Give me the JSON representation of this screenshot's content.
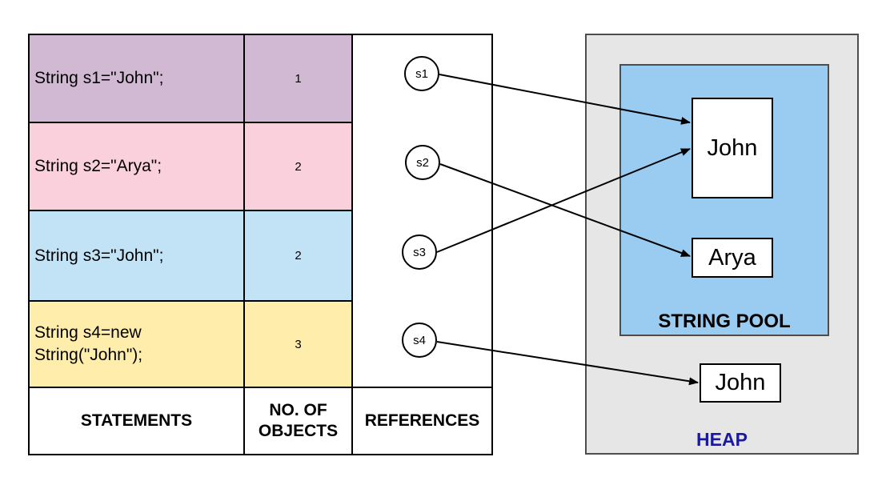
{
  "colors": {
    "row1": "#d1b9d3",
    "row2": "#f9d0db",
    "row3": "#c2e3f6",
    "row4": "#ffedab",
    "pool": "#99ccf0",
    "heap": "#e6e6e6",
    "heap_label": "#1a1a9e"
  },
  "rows": [
    {
      "statement": "String s1=\"John\";",
      "objects": "1"
    },
    {
      "statement": "String s2=\"Arya\";",
      "objects": "2"
    },
    {
      "statement": "String s3=\"John\";",
      "objects": "2"
    },
    {
      "statement": "String s4=new String(\"John\");",
      "objects": "3"
    }
  ],
  "headers": {
    "statements": "STATEMENTS",
    "objects": "NO. OF OBJECTS",
    "references": "REFERENCES"
  },
  "references": [
    "s1",
    "s2",
    "s3",
    "s4"
  ],
  "pool": {
    "label": "STRING POOL",
    "values": [
      "John",
      "Arya"
    ]
  },
  "heap": {
    "label": "HEAP",
    "value": "John"
  }
}
